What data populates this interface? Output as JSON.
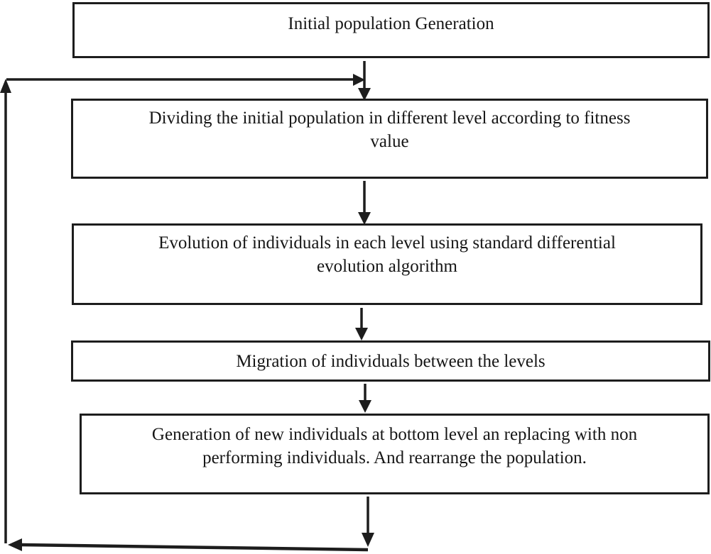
{
  "diagram": {
    "type": "flowchart",
    "colors": {
      "line": "#1d1d1d",
      "background": "#ffffff",
      "text": "#161616"
    },
    "boxes": [
      {
        "lines": [
          "Initial population Generation"
        ]
      },
      {
        "lines": [
          "Dividing the initial population in different level according to fitness",
          "value"
        ]
      },
      {
        "lines": [
          "Evolution of individuals in each level using standard differential",
          "evolution algorithm"
        ]
      },
      {
        "lines": [
          "Migration of individuals between the levels"
        ]
      },
      {
        "lines": [
          "Generation of new individuals at bottom level an replacing with non",
          "performing individuals. And rearrange the population."
        ]
      }
    ]
  }
}
